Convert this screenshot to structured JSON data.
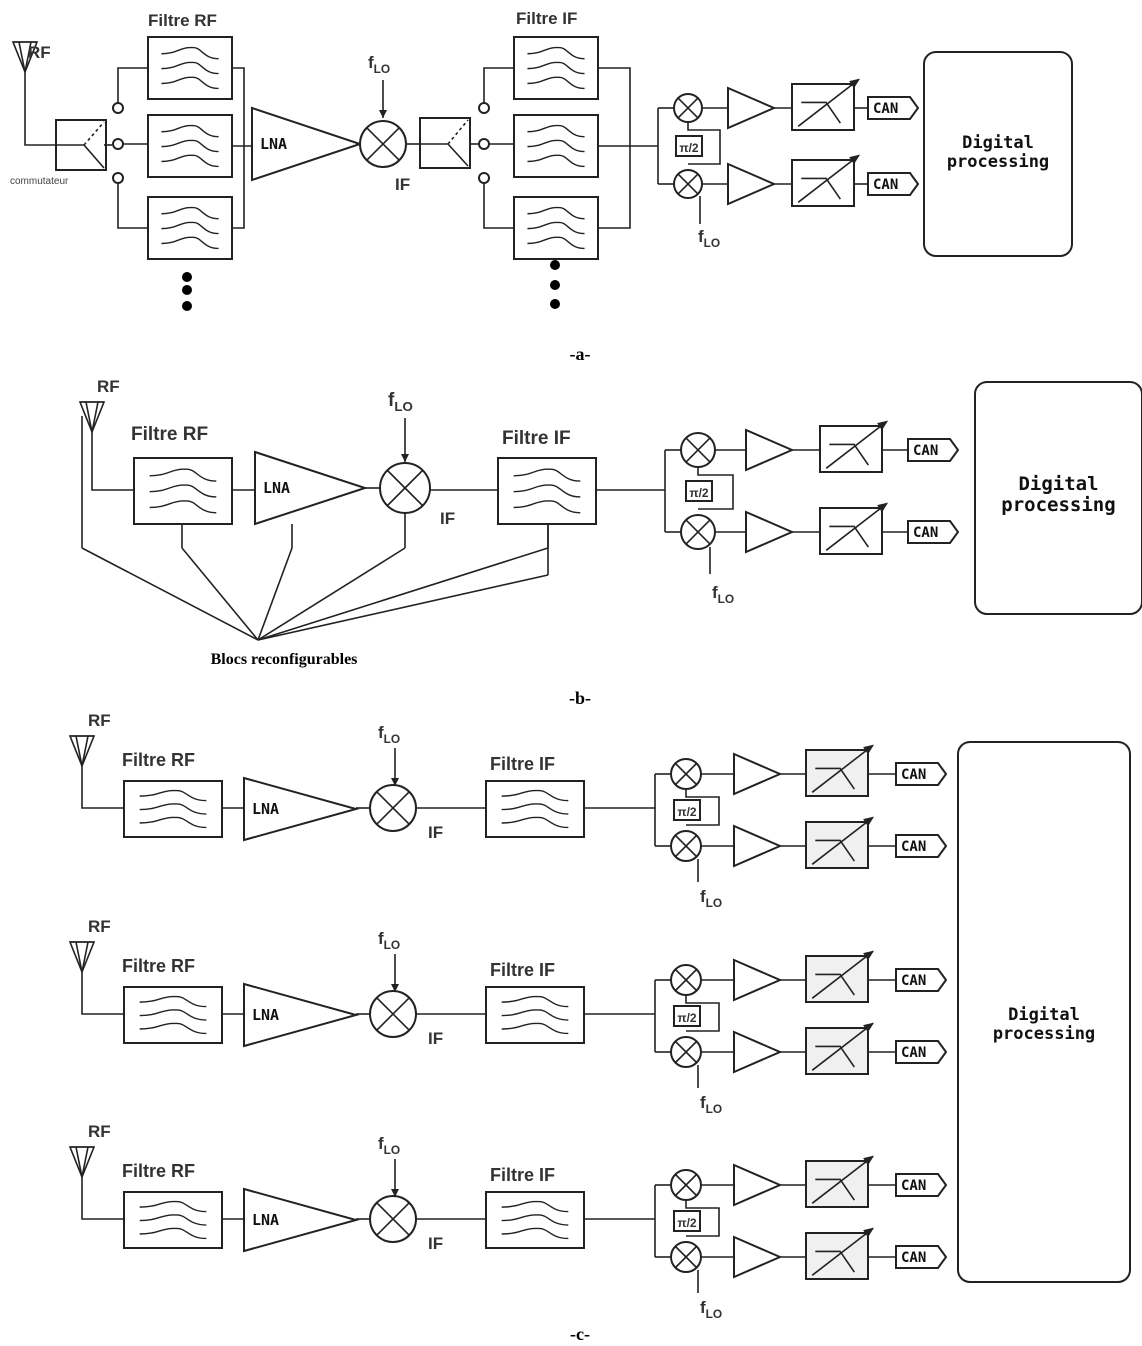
{
  "figure": {
    "part_a": {
      "caption": "-a-",
      "rf_label": "RF",
      "switch_label": "commutateur",
      "filter_rf_label": "Filtre RF",
      "filter_if_label": "Filtre IF",
      "lna_label": "LNA",
      "flo_label": "f",
      "flo_sub": "LO",
      "if_label": "IF",
      "quad_label": "π/2",
      "can_label": "CAN",
      "dsp_line1": "Digital",
      "dsp_line2": "processing"
    },
    "part_b": {
      "caption": "-b-",
      "rf_label": "RF",
      "filter_rf_label": "Filtre RF",
      "filter_if_label": "Filtre IF",
      "lna_label": "LNA",
      "flo_label": "f",
      "flo_sub": "LO",
      "if_label": "IF",
      "quad_label": "π/2",
      "can_label": "CAN",
      "dsp_line1": "Digital",
      "dsp_line2": "processing",
      "reconfig_label": "Blocs reconfigurables"
    },
    "part_c": {
      "caption": "-c-",
      "rf_label": "RF",
      "filter_rf_label": "Filtre RF",
      "filter_if_label": "Filtre IF",
      "lna_label": "LNA",
      "flo_label": "f",
      "flo_sub": "LO",
      "if_label": "IF",
      "quad_label": "π/2",
      "can_label": "CAN",
      "dsp_line1": "Digital",
      "dsp_line2": "processing"
    }
  }
}
